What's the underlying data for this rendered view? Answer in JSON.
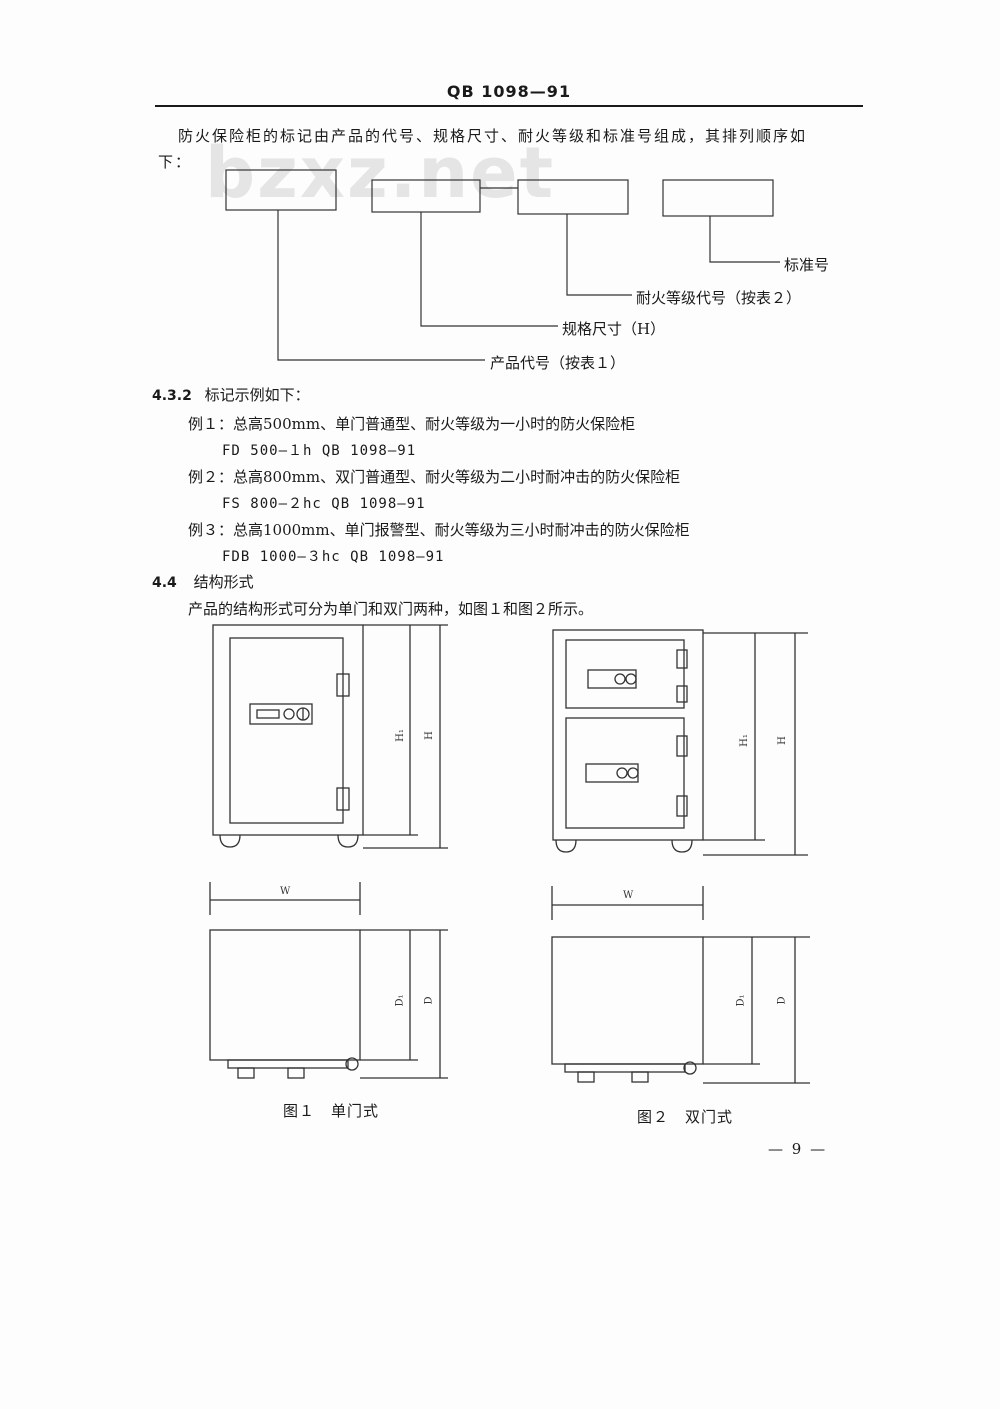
{
  "header": {
    "code": "QB 1098—91"
  },
  "watermark": "bzxz.net",
  "intro": {
    "line1": "防火保险柜的标记由产品的代号、规格尺寸、耐火等级和标准号组成，其排列顺序如",
    "line2": "下："
  },
  "marking_labels": {
    "standard": "标准号",
    "fire_grade": "耐火等级代号（按表２）",
    "size": "规格尺寸（H）",
    "product_code": "产品代号（按表１）"
  },
  "section_4_3_2": {
    "number": "4.3.2",
    "title": "标记示例如下：",
    "examples": [
      {
        "desc": "例１：总高500mm、单门普通型、耐火等级为一小时的防火保险柜",
        "code": "FD   500—１h   QB 1098—91"
      },
      {
        "desc": "例２：总高800mm、双门普通型、耐火等级为二小时耐冲击的防火保险柜",
        "code": "FS   800—２hc   QB 1098—91"
      },
      {
        "desc": "例３：总高1000mm、单门报警型、耐火等级为三小时耐冲击的防火保险柜",
        "code": "FDB   1000—３hc   QB 1098—91"
      }
    ]
  },
  "section_4_4": {
    "number": "4.4",
    "title": "结构形式",
    "text": "产品的结构形式可分为单门和双门两种，如图１和图２所示。"
  },
  "figures": {
    "fig1_caption": "图１　单门式",
    "fig2_caption": "图２　双门式",
    "dims": {
      "h1": "H₁",
      "h": "H",
      "w": "W",
      "d1": "D₁",
      "d": "D"
    }
  },
  "page_number": "— 9 —"
}
